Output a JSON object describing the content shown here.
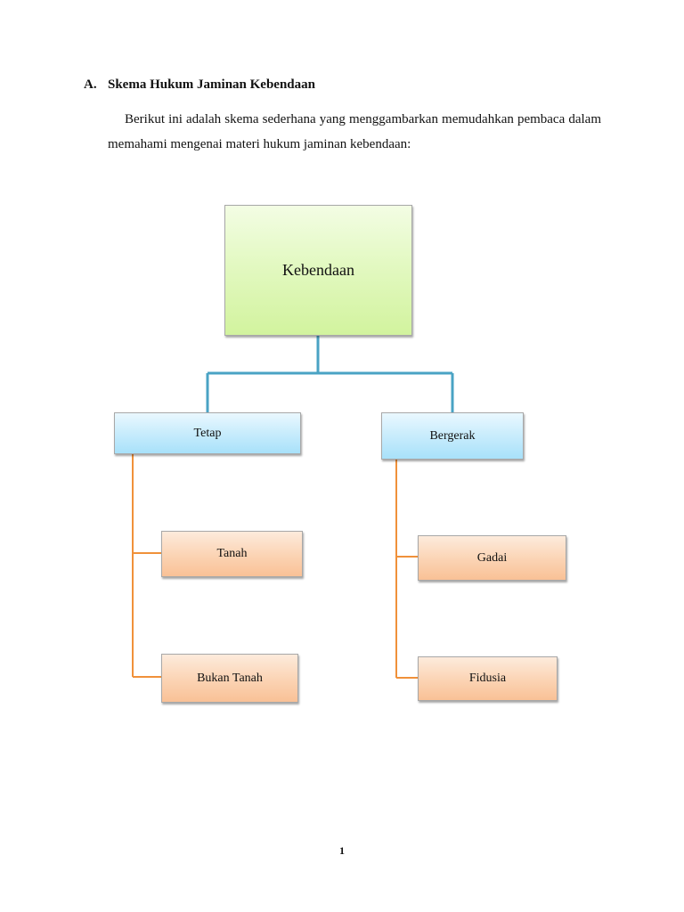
{
  "section": {
    "number": "A.",
    "title": "Skema Hukum Jaminan Kebendaan"
  },
  "paragraph": "Berikut ini adalah skema sederhana yang menggambarkan memudahkan pembaca dalam memahami mengenai materi hukum jaminan kebendaan:",
  "diagram": {
    "root": "Kebendaan",
    "branches": [
      {
        "label": "Tetap",
        "children": [
          "Tanah",
          "Bukan Tanah"
        ]
      },
      {
        "label": "Bergerak",
        "children": [
          "Gadai",
          "Fidusia"
        ]
      }
    ],
    "colors": {
      "primary_connector": "#4aa3c4",
      "secondary_connector": "#f0913a",
      "root_fill": "#d9f5ab",
      "branch_fill": "#b8e7fb",
      "leaf_fill": "#fac9a2"
    }
  },
  "page_number": "1"
}
